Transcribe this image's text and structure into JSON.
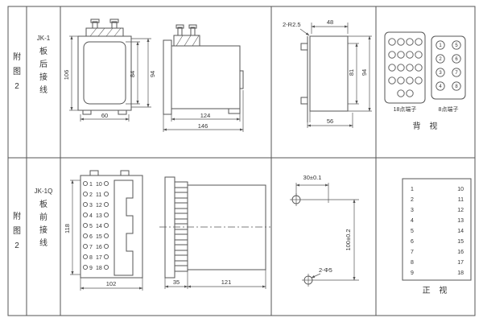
{
  "left_col": {
    "fig_top": [
      "附",
      "图",
      "2"
    ],
    "fig_bottom": [
      "附",
      "图",
      "2"
    ],
    "model_top": {
      "name": "JK-1",
      "chars": [
        "板",
        "后",
        "接",
        "线"
      ]
    },
    "model_bottom": {
      "name": "JK-1Q",
      "chars": [
        "板",
        "前",
        "接",
        "线"
      ]
    }
  },
  "top_row": {
    "front_view": {
      "dim_h": "106",
      "dim_inner": "84",
      "dim_outer": "94",
      "dim_w": "60"
    },
    "side_view": {
      "dim_body": "124",
      "dim_total": "146"
    },
    "cutout": {
      "radius_label": "2-R2.5",
      "dim_top": "48",
      "dim_inner": "81",
      "dim_outer": "94",
      "dim_bottom": "56"
    },
    "back_view": {
      "label_18": "18点端子",
      "label_8": "8点端子",
      "caption": "背 视",
      "terms8_left": [
        "1",
        "2",
        "3",
        "4"
      ],
      "terms8_right": [
        "5",
        "6",
        "7",
        "8"
      ]
    }
  },
  "bottom_row": {
    "front_view": {
      "dim_h": "118",
      "dim_w": "102"
    },
    "side_view": {
      "dim_front": "35",
      "dim_body": "121"
    },
    "holes": {
      "dim_top": "30±0.1",
      "dim_v": "100±0.2",
      "hole_label": "2-Φ5"
    },
    "panel_view": {
      "caption": "正 视"
    }
  },
  "terminals": {
    "left": [
      "1",
      "2",
      "3",
      "4",
      "5",
      "6",
      "7",
      "8",
      "9"
    ],
    "right": [
      "10",
      "11",
      "12",
      "13",
      "14",
      "15",
      "16",
      "17",
      "18"
    ]
  }
}
